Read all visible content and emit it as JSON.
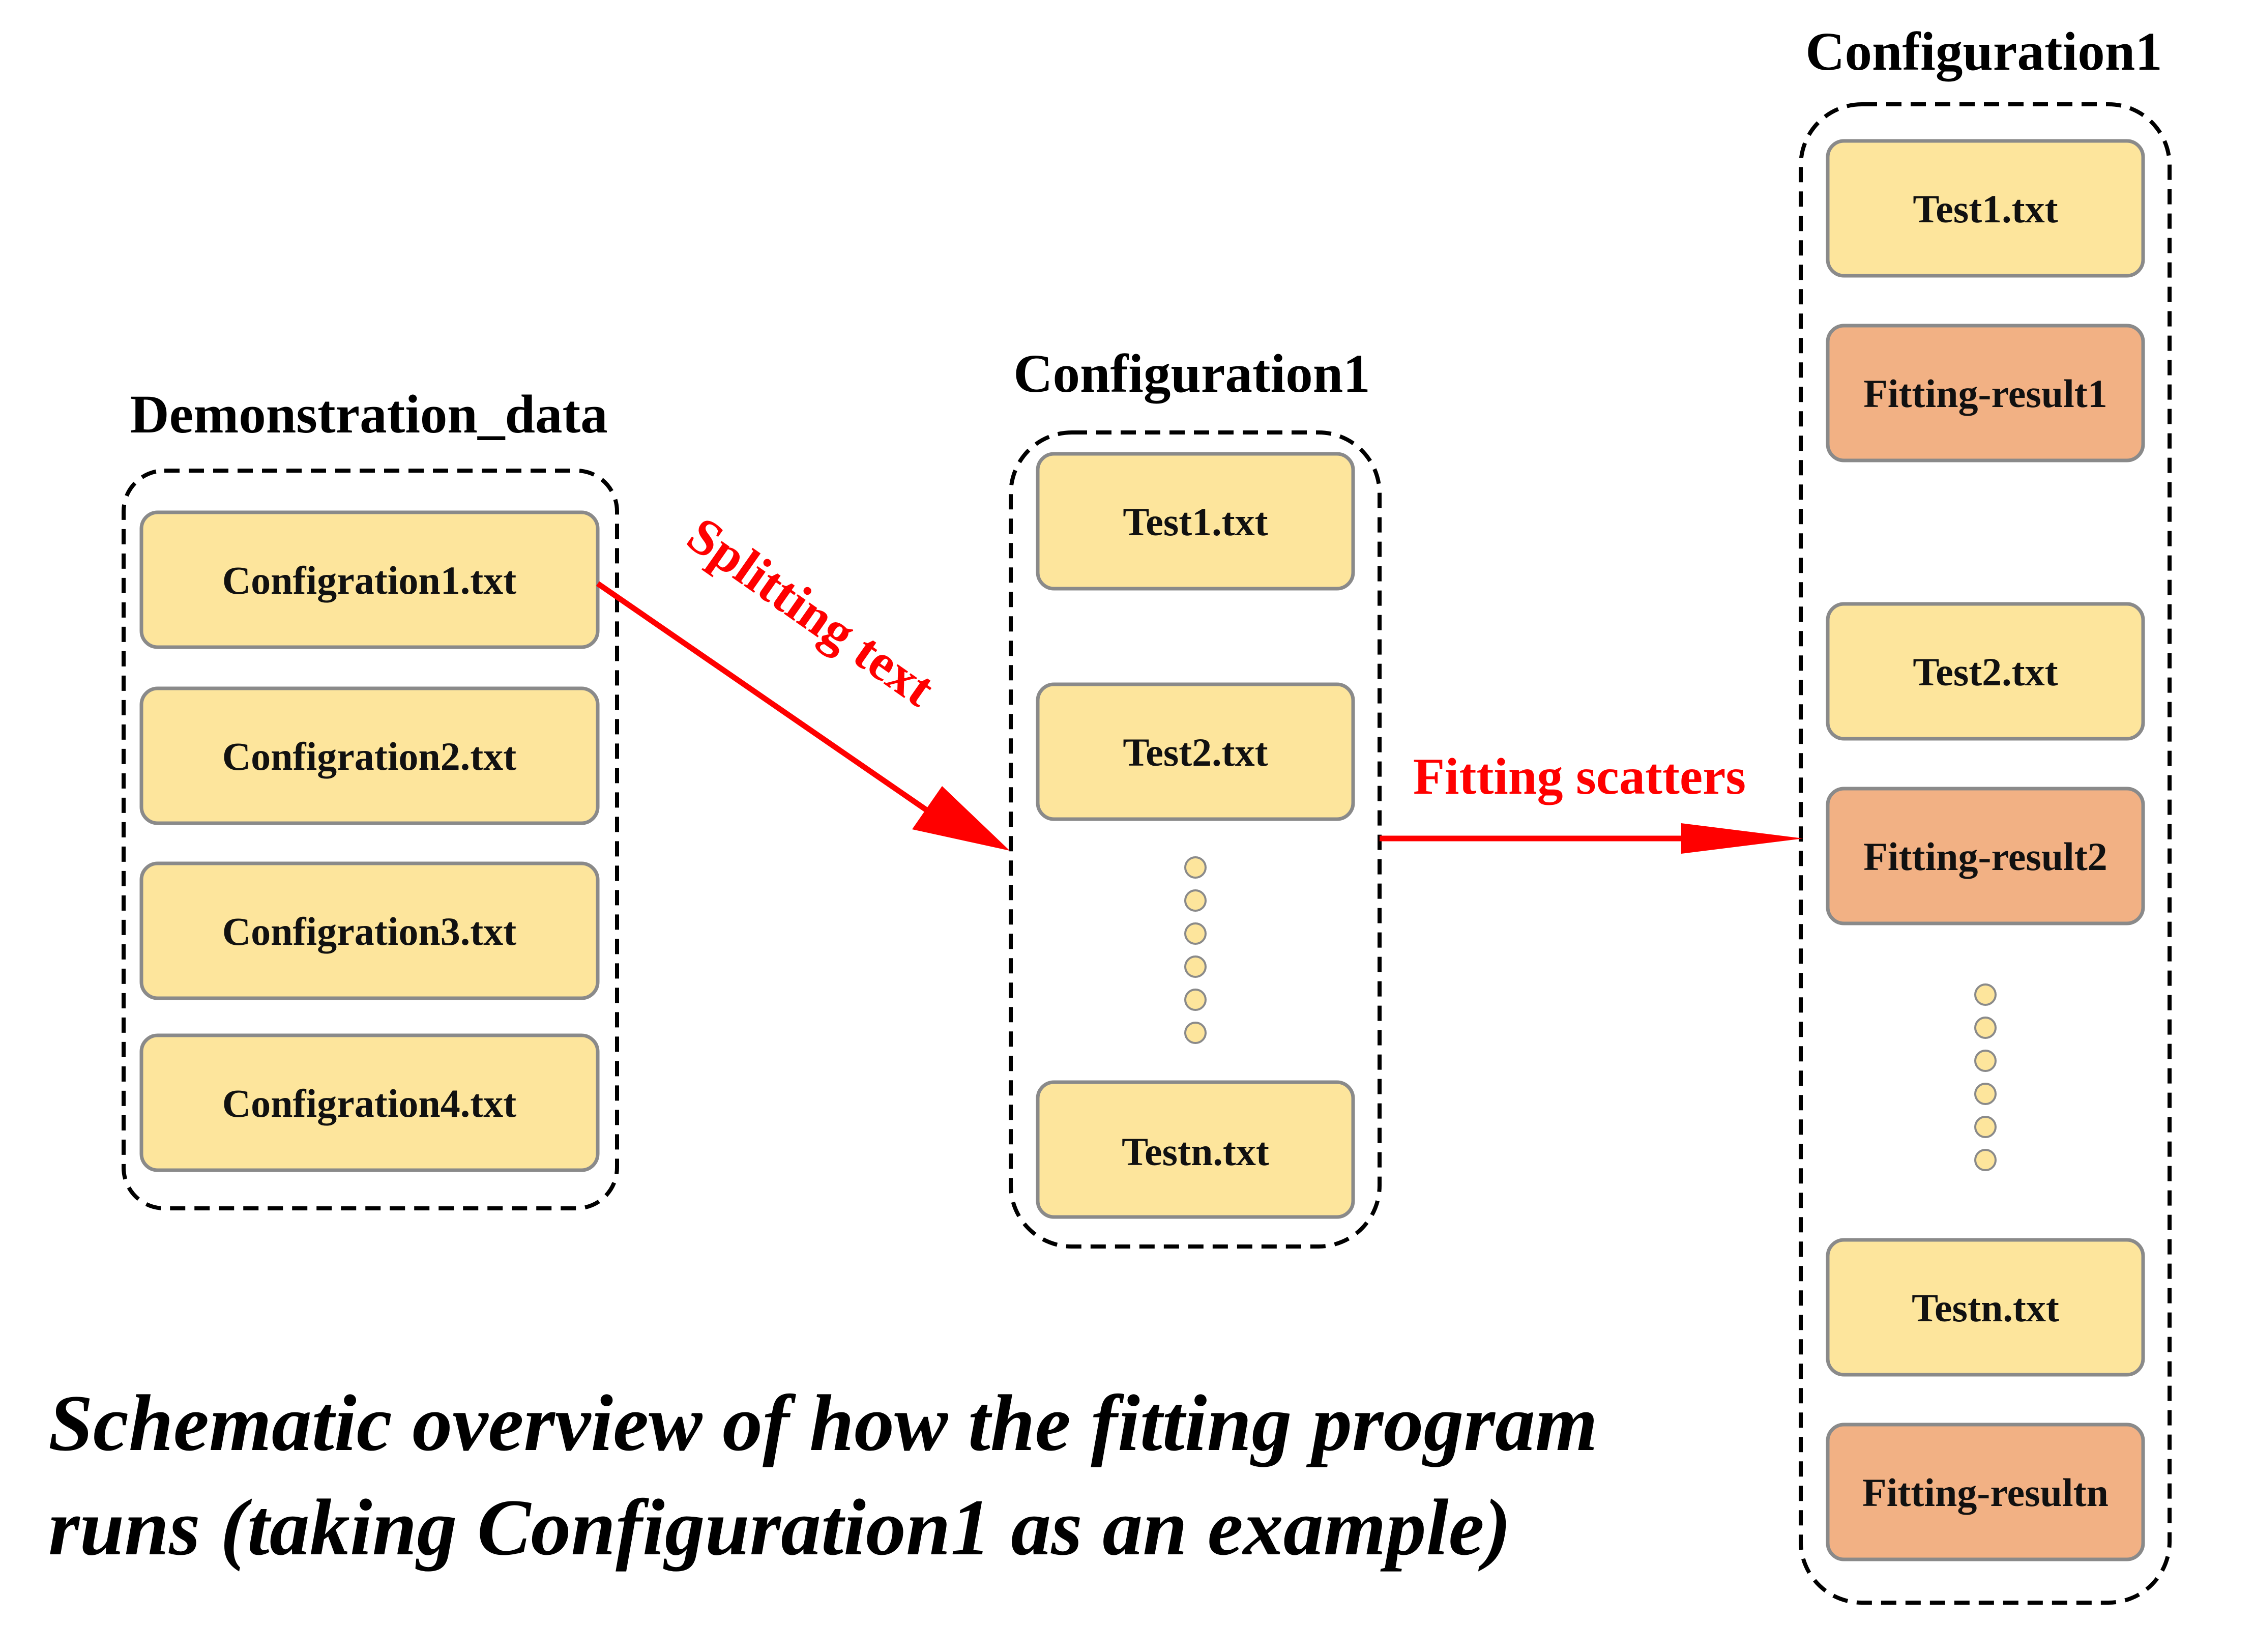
{
  "groups": {
    "demo": {
      "title": "Demonstration_data",
      "files": [
        "Configration1.txt",
        "Configration2.txt",
        "Configration3.txt",
        "Configration4.txt"
      ]
    },
    "split": {
      "title": "Configuration1",
      "files": [
        "Test1.txt",
        "Test2.txt",
        "Testn.txt"
      ]
    },
    "fit": {
      "title": "Configuration1",
      "items": [
        {
          "label": "Test1.txt",
          "kind": "file"
        },
        {
          "label": "Fitting-result1",
          "kind": "result"
        },
        {
          "label": "Test2.txt",
          "kind": "file"
        },
        {
          "label": "Fitting-result2",
          "kind": "result"
        },
        {
          "label": "Testn.txt",
          "kind": "file"
        },
        {
          "label": "Fitting-resultn",
          "kind": "result"
        }
      ]
    }
  },
  "arrows": {
    "split_label": "Splitting text",
    "fit_label": "Fitting scatters"
  },
  "caption": {
    "line1": "Schematic overview of how the fitting program",
    "line2": "runs (taking Configuration1 as an example)"
  },
  "colors": {
    "file_fill": "#fde59c",
    "result_fill": "#f2b184",
    "box_stroke": "#8a8a8a",
    "arrow": "#ff0000",
    "group_border": "#000000"
  }
}
